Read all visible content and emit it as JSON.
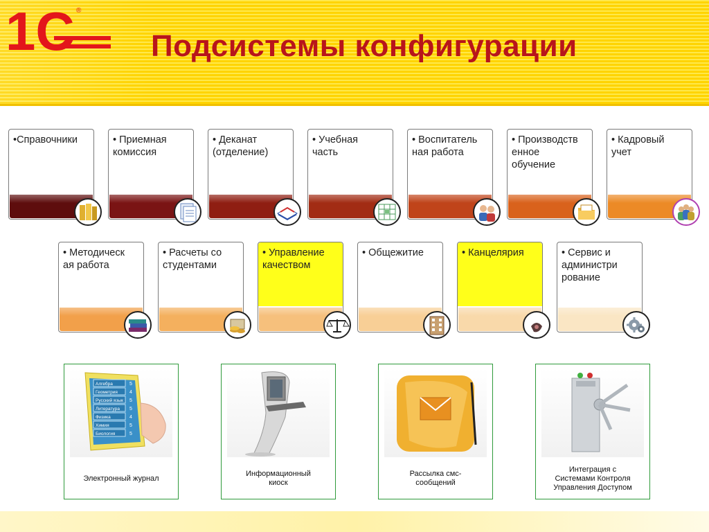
{
  "header": {
    "title": "Подсистемы конфигурации",
    "logo_text": "1С",
    "logo_mark": "®",
    "colors": {
      "band": "#ffd400",
      "title": "#b8151b",
      "logo": "#e3161b"
    }
  },
  "cards": [
    {
      "label": "•Справочники",
      "bar_color": "#5e0d0d",
      "icon": "books-icon"
    },
    {
      "label": "•  Приемная\n   комиссия",
      "bar_color": "#7a1414",
      "icon": "documents-icon"
    },
    {
      "label": "•  Деканат\n   (отделение)",
      "bar_color": "#8f1e12",
      "icon": "book-icon"
    },
    {
      "label": "•  Учебная\n   часть",
      "bar_color": "#a22c14",
      "icon": "schedule-grid-icon"
    },
    {
      "label": "•  Воспитатель\n   ная работа",
      "bar_color": "#c0441a",
      "icon": "people-icon"
    },
    {
      "label": "•  Производств\n   енное\n   обучение",
      "bar_color": "#d9621c",
      "icon": "folder-icon"
    },
    {
      "label": "•  Кадровый\n   учет",
      "bar_color": "#ec8a26",
      "icon": "group-icon"
    },
    {
      "label": "•  Методическ\n   ая работа",
      "bar_color": "#f2a04a",
      "icon": "book-stack-icon"
    },
    {
      "label": "•  Расчеты со\n   студентами",
      "bar_color": "#f4b05e",
      "icon": "coins-icon"
    },
    {
      "label": "•  Управление\n   качеством",
      "bar_color": "#f6c07c",
      "icon": "scales-icon",
      "highlight": true
    },
    {
      "label": "•  Общежитие",
      "bar_color": "#f8cf96",
      "icon": "building-icon"
    },
    {
      "label": "•  Канцелярия",
      "bar_color": "#f9d9aa",
      "icon": "stamp-icon",
      "highlight": true
    },
    {
      "label": "•  Сервис и\n   администри\n   рование",
      "bar_color": "#fae6c4",
      "icon": "gears-icon"
    }
  ],
  "panels": [
    {
      "label": "Электронный журнал",
      "icon": "electronic-journal-icon",
      "journal_rows": [
        "Алгебра",
        "Геометрия",
        "Русский язык",
        "Литература",
        "Физика",
        "Химия",
        "Биология"
      ],
      "journal_marks": [
        "5",
        "4",
        "5",
        "5",
        "4",
        "5",
        "5"
      ]
    },
    {
      "label": "Информационный\nкиоск",
      "icon": "kiosk-icon"
    },
    {
      "label": "Рассылка смс-\nсообщений",
      "icon": "envelope-phone-icon"
    },
    {
      "label": "Интеграция с\nСистемами Контроля\nУправления Доступом",
      "icon": "turnstile-icon"
    }
  ]
}
